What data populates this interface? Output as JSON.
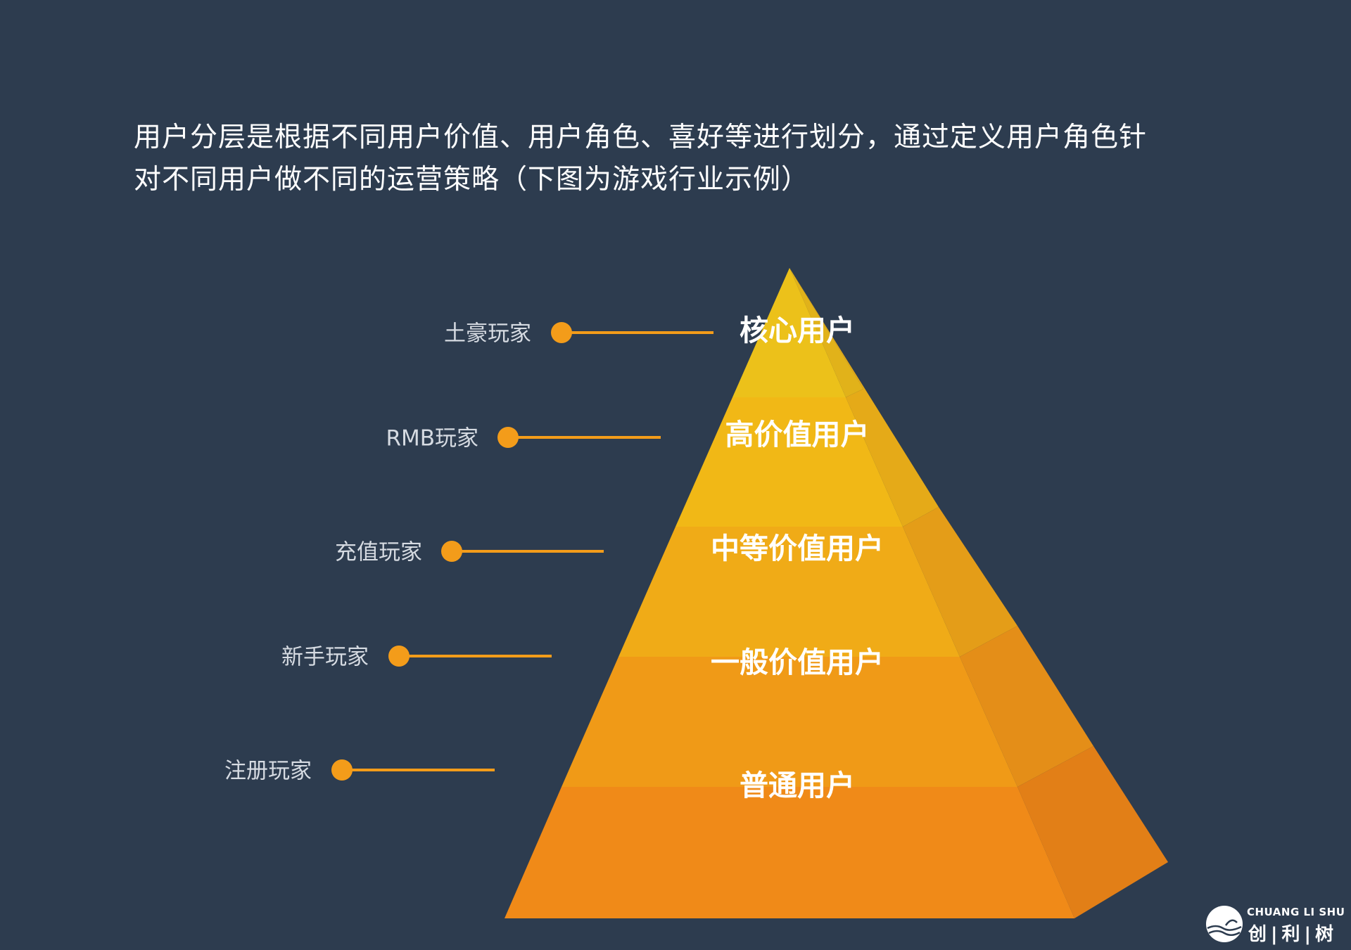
{
  "intro": {
    "line1": "用户分层是根据不同用户价值、用户角色、喜好等进行划分，通过定义用户角色针",
    "line2": "对不同用户做不同的运营策略（下图为游戏行业示例）"
  },
  "layers": [
    {
      "name": "核心用户",
      "player": "土豪玩家",
      "color": "#ecc11a",
      "side": "#e1b21a"
    },
    {
      "name": "高价值用户",
      "player": "RMB玩家",
      "color": "#f1b816",
      "side": "#e5aa18"
    },
    {
      "name": "中等价值用户",
      "player": "充值玩家",
      "color": "#f0ab17",
      "side": "#e49d18"
    },
    {
      "name": "一般价值用户",
      "player": "新手玩家",
      "color": "#f09a17",
      "side": "#e48e18"
    },
    {
      "name": "普通用户",
      "player": "注册玩家",
      "color": "#f08a18",
      "side": "#e27f17"
    }
  ],
  "accent": "#f39c1a",
  "logo": {
    "en": "CHUANG LI SHU",
    "cn": "创|利|树"
  }
}
